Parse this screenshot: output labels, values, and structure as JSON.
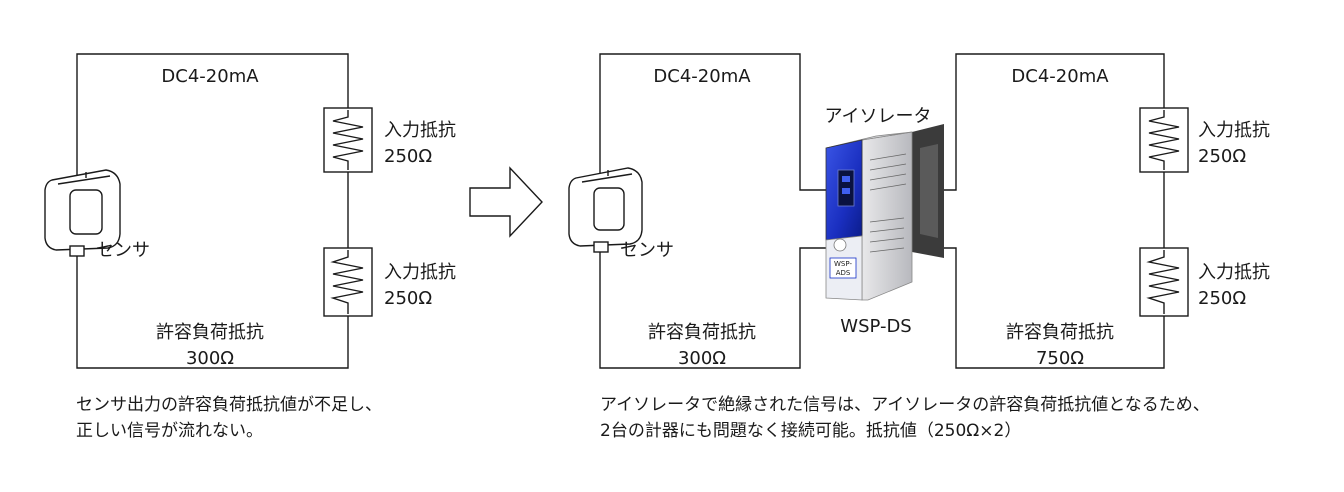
{
  "left": {
    "current_label": "DC4-20mA",
    "resistor_top": {
      "title": "入力抵抗",
      "value": "250Ω"
    },
    "resistor_bottom": {
      "title": "入力抵抗",
      "value": "250Ω"
    },
    "sensor_label": "センサ",
    "load_title": "許容負荷抵抗",
    "load_value": "300Ω",
    "caption_line1": "センサ出力の許容負荷抵抗値が不足し、",
    "caption_line2": "正しい信号が流れない。"
  },
  "right": {
    "loop1_current_label": "DC4-20mA",
    "sensor_label": "センサ",
    "loop1_load_title": "許容負荷抵抗",
    "loop1_load_value": "300Ω",
    "isolator_label": "アイソレータ",
    "isolator_model": "WSP-DS",
    "isolator_tag_line1": "WSP-",
    "isolator_tag_line2": "ADS",
    "loop2_current_label": "DC4-20mA",
    "resistor_top": {
      "title": "入力抵抗",
      "value": "250Ω"
    },
    "resistor_bottom": {
      "title": "入力抵抗",
      "value": "250Ω"
    },
    "loop2_load_title": "許容負荷抵抗",
    "loop2_load_value": "750Ω",
    "caption_line1": "アイソレータで絶縁された信号は、アイソレータの許容負荷抵抗値となるため、",
    "caption_line2": "2台の計器にも問題なく接続可能。抵抗値（250Ω×2）"
  },
  "colors": {
    "line": "#1a1a1a",
    "isolator_blue": "#1530c8",
    "arrow": "#ffffff"
  },
  "icons": [
    "sensor-icon",
    "resistor-icon",
    "isolator-device-icon",
    "right-arrow-icon"
  ]
}
